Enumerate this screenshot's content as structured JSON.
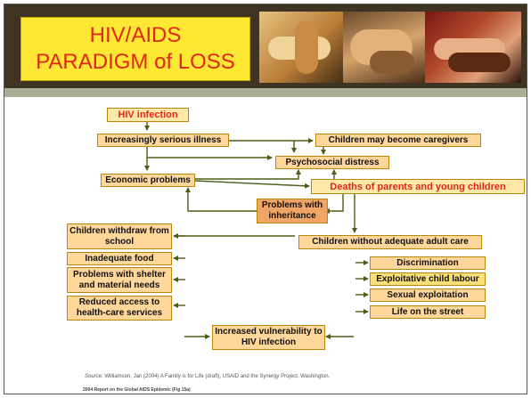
{
  "title": {
    "line1": "HIV/AIDS",
    "line2": "PARADIGM of LOSS"
  },
  "colors": {
    "header_bg": "#3f3324",
    "title_bg": "#ffe833",
    "title_text": "#e0281a",
    "box_fill": "#ffd79a",
    "arrow": "#4b5e16"
  },
  "nodes": {
    "hiv_infection": "HIV infection",
    "serious_illness": "Increasingly serious illness",
    "caregivers": "Children may become caregivers",
    "psychosocial": "Psychosocial distress",
    "economic": "Economic problems",
    "deaths": "Deaths of parents and young children",
    "inheritance": "Problems with inheritance",
    "without_care": "Children without adequate adult care",
    "withdraw_school": "Children withdraw from school",
    "inadequate_food": "Inadequate food",
    "shelter": "Problems with shelter and material needs",
    "healthcare": "Reduced access to health-care services",
    "discrimination": "Discrimination",
    "child_labour": "Exploitative child labour",
    "sexual_exploitation": "Sexual exploitation",
    "life_street": "Life on the street",
    "vulnerability": "Increased vulnerability to HIV infection"
  },
  "footer": {
    "source_label": "Source:",
    "source_text": " Williamson, Jan (2004) A Family is for Life (draft), USAID and the Synergy Project. Washington.",
    "report": "2004 Report on the Global AIDS Epidemic (Fig 15a)"
  }
}
